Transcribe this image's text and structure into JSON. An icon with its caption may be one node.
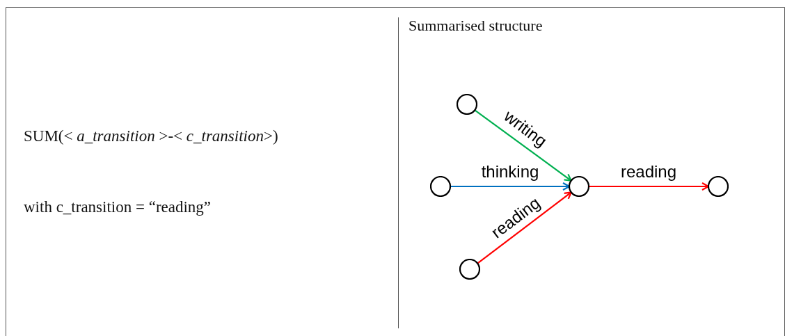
{
  "diagram": {
    "nodes": [
      {
        "text": [],
        "shape": "circle"
      },
      {
        "text": [],
        "shape": "circle"
      },
      {
        "text": [],
        "shape": "circle"
      },
      {
        "text": [],
        "shape": "circle"
      },
      {
        "text": [],
        "shape": "circle"
      }
    ],
    "edges": [
      {
        "from": 1,
        "to": 3,
        "arrow": "to",
        "label": "writing",
        "color": "#00b050"
      },
      {
        "from": 0,
        "to": 3,
        "arrow": "to",
        "label": "thinking",
        "color": "#0070c0"
      },
      {
        "from": 2,
        "to": 3,
        "arrow": "to",
        "label": "reading",
        "color": "#ff0000"
      },
      {
        "from": 3,
        "to": 4,
        "arrow": "to",
        "label": "reading",
        "color": "#ff0000"
      }
    ],
    "labels": [
      "Summarised structure",
      "SUM(< *a_transition* >-< *c_transition*>)",
      "with c_transition = “reading”"
    ]
  }
}
